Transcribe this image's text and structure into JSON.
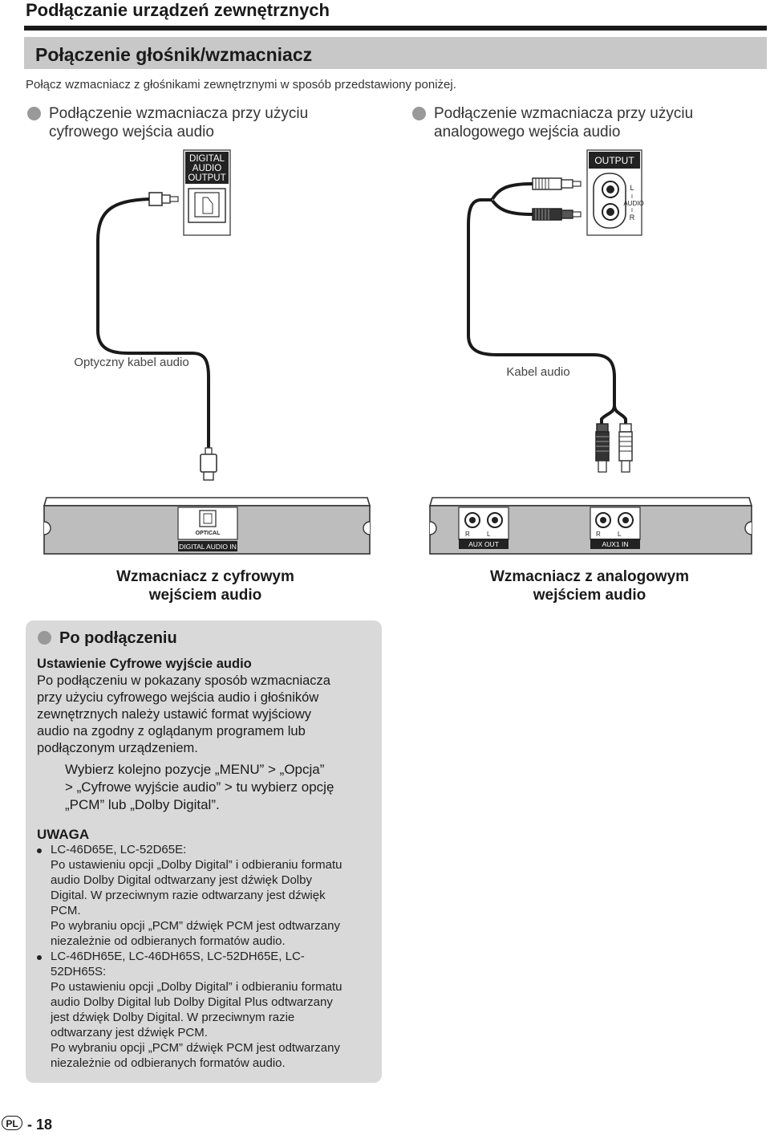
{
  "header": {
    "title": "Podłączanie urządzeń zewnętrznych"
  },
  "section": {
    "title": "Połączenie głośnik/wzmacniacz"
  },
  "intro": "Połącz wzmacniacz z głośnikami zewnętrznymi w sposób przedstawiony poniżej.",
  "digital": {
    "heading_line1": "Podłączenie wzmacniacza przy użyciu",
    "heading_line2": "cyfrowego wejścia audio",
    "tv_port_line1": "DIGITAL",
    "tv_port_line2": "AUDIO",
    "tv_port_line3": "OUTPUT",
    "cable_label": "Optyczny kabel audio",
    "amp_port_small": "OPTICAL",
    "amp_port_label": "DIGITAL AUDIO IN",
    "caption_line1": "Wzmacniacz z cyfrowym",
    "caption_line2": "wejściem audio"
  },
  "analog": {
    "heading_line1": "Podłączenie wzmacniacza przy użyciu",
    "heading_line2": "analogowego wejścia audio",
    "tv_port_title": "OUTPUT",
    "tv_port_l": "L",
    "tv_port_sep1": "I",
    "tv_port_audio": "AUDIO",
    "tv_port_sep2": "I",
    "tv_port_r": "R",
    "cable_label": "Kabel audio",
    "aux_out_r": "R",
    "aux_out_l": "L",
    "aux_out_label": "AUX OUT",
    "aux1_r": "R",
    "aux1_l": "L",
    "aux1_label": "AUX1 IN",
    "caption_line1": "Wzmacniacz z analogowym",
    "caption_line2": "wejściem audio"
  },
  "after": {
    "title": "Po podłączeniu",
    "subtitle": "Ustawienie Cyfrowe wyjście audio",
    "para": [
      "Po podłączeniu w pokazany sposób wzmacniacza",
      "przy użyciu cyfrowego wejścia audio i głośników",
      "zewnętrznych należy ustawić format wyjściowy",
      "audio na zgodny z oglądanym programem lub",
      "podłączonym urządzeniem."
    ],
    "instr": [
      "Wybierz kolejno pozycje „MENU” > „Opcja”",
      "> „Cyfrowe wyjście audio” > tu wybierz opcję",
      "„PCM” lub „Dolby Digital”."
    ],
    "note_title": "UWAGA",
    "note1": [
      "LC-46D65E, LC-52D65E:",
      "Po ustawieniu opcji „Dolby Digital” i odbieraniu formatu",
      "audio Dolby Digital odtwarzany jest dźwięk Dolby",
      "Digital. W przeciwnym razie odtwarzany jest dźwięk",
      "PCM.",
      "Po wybraniu opcji „PCM” dźwięk PCM jest odtwarzany",
      "niezależnie od odbieranych formatów audio."
    ],
    "note2": [
      "LC-46DH65E, LC-46DH65S, LC-52DH65E, LC-",
      "52DH65S:",
      "Po ustawieniu opcji „Dolby Digital” i odbieraniu formatu",
      "audio Dolby Digital lub Dolby Digital Plus odtwarzany",
      "jest dźwięk Dolby Digital. W przeciwnym razie",
      "odtwarzany jest dźwięk PCM.",
      "Po wybraniu opcji „PCM” dźwięk PCM jest odtwarzany",
      "niezależnie od odbieranych formatów audio."
    ]
  },
  "footer": {
    "lang": "PL",
    "page": "- 18"
  }
}
